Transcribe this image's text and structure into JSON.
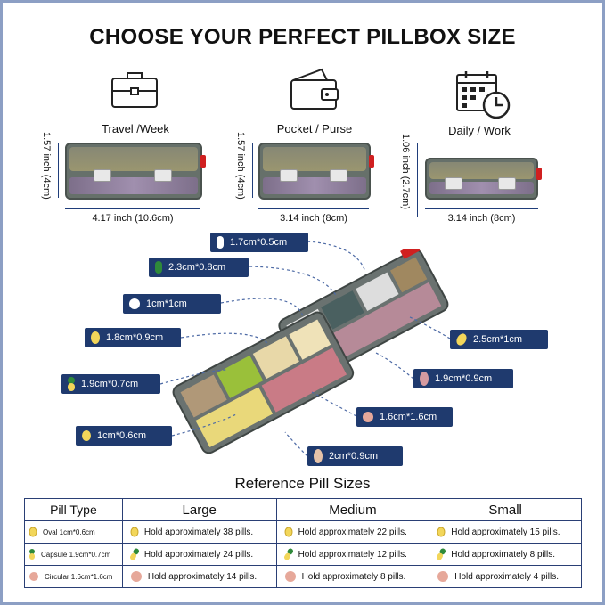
{
  "title": "CHOOSE YOUR PERFECT PILLBOX SIZE",
  "categories": [
    {
      "label": "Travel /Week",
      "icon": "suitcase-icon",
      "width": "4.17 inch (10.6cm)",
      "height": "1.57 inch (4cm)"
    },
    {
      "label": "Pocket / Purse",
      "icon": "wallet-icon",
      "width": "3.14 inch (8cm)",
      "height": "1.57 inch (4cm)"
    },
    {
      "label": "Daily / Work",
      "icon": "calendar-clock-icon",
      "width": "3.14 inch (8cm)",
      "height": "1.06 inch (2.7cm)"
    }
  ],
  "pill_callouts": [
    {
      "text": "1.7cm*0.5cm",
      "pill": "capsule-white"
    },
    {
      "text": "2.3cm*0.8cm",
      "pill": "capsule-green"
    },
    {
      "text": "1cm*1cm",
      "pill": "round-white"
    },
    {
      "text": "1.8cm*0.9cm",
      "pill": "oval-yellow"
    },
    {
      "text": "1.9cm*0.7cm",
      "pill": "capsule-green-yellow"
    },
    {
      "text": "1cm*0.6cm",
      "pill": "oval-yellow"
    },
    {
      "text": "2.5cm*1cm",
      "pill": "oval-yellow"
    },
    {
      "text": "1.9cm*0.9cm",
      "pill": "oval-pink"
    },
    {
      "text": "1.6cm*1.6cm",
      "pill": "round-pink"
    },
    {
      "text": "2cm*0.9cm",
      "pill": "oval-pink"
    }
  ],
  "reference": {
    "title": "Reference Pill Sizes",
    "headers": [
      "Pill Type",
      "Large",
      "Medium",
      "Small"
    ],
    "rows": [
      {
        "type": "Oval 1cm*0.6cm",
        "pill": "oval-yellow",
        "large": "Hold approximately 38 pills.",
        "medium": "Hold approximately 22 pills.",
        "small": "Hold approximately 15 pills."
      },
      {
        "type": "Capsule 1.9cm*0.7cm",
        "pill": "capsule-green-yellow",
        "large": "Hold approximately 24 pills.",
        "medium": "Hold approximately 12 pills.",
        "small": "Hold approximately 8 pills."
      },
      {
        "type": "Circular 1.6cm*1.6cm",
        "pill": "round-pink",
        "large": "Hold approximately 14 pills.",
        "medium": "Hold approximately 8 pills.",
        "small": "Hold approximately 4 pills."
      }
    ]
  },
  "colors": {
    "navy": "#1f3a6e",
    "frame": "#8c9fc4",
    "latch": "#d02020"
  }
}
